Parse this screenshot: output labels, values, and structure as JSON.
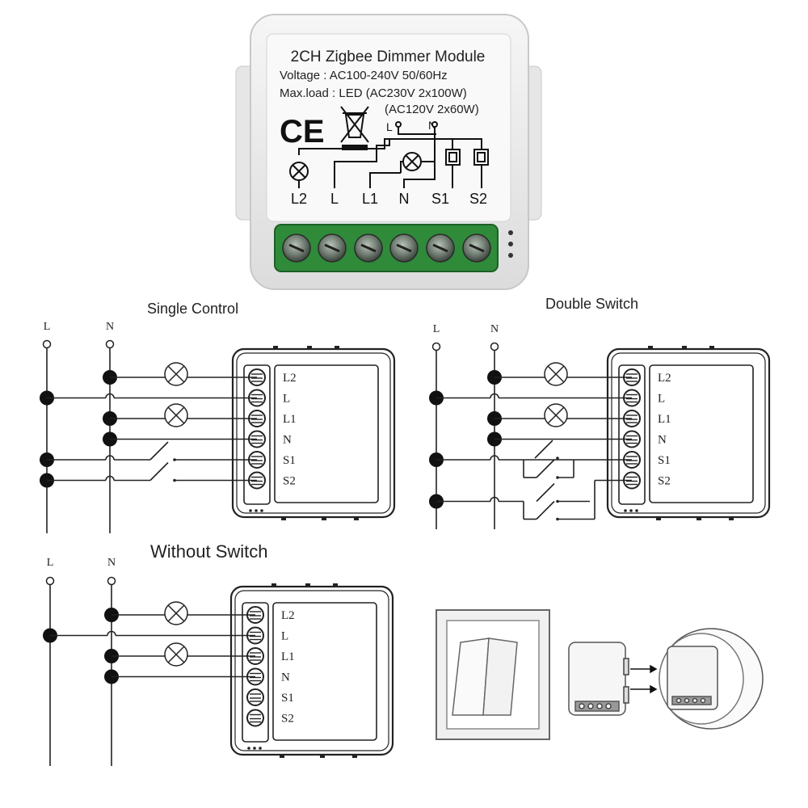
{
  "module": {
    "title": "2CH Zigbee Dimmer Module",
    "voltage": "Voltage : AC100-240V 50/60Hz",
    "maxload_line1": "Max.load : LED (AC230V 2x100W)",
    "maxload_line2": "(AC120V 2x60W)",
    "ce_mark": "CE",
    "label_L_top": "L",
    "label_N_top": "N",
    "terminals": [
      "L2",
      "L",
      "L1",
      "N",
      "S1",
      "S2"
    ]
  },
  "panels": {
    "single": {
      "title": "Single Control",
      "L": "L",
      "N": "N"
    },
    "double": {
      "title": "Double Switch",
      "L": "L",
      "N": "N"
    },
    "noswitch": {
      "title": "Without Switch",
      "L": "L",
      "N": "N"
    }
  },
  "terminal_labels": [
    "L2",
    "L",
    "L1",
    "N",
    "S1",
    "S2"
  ],
  "colors": {
    "terminal_green": "#2f8a3a",
    "line": "#222222",
    "module_body": "#efefef"
  }
}
